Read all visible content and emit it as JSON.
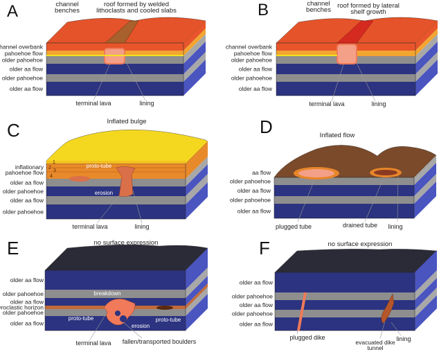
{
  "panels": [
    {
      "letter": "A",
      "top_labels": [
        [
          "channel",
          "benches"
        ],
        [
          "roof formed by welded",
          "lithoclasts and cooled slabs"
        ]
      ],
      "layers": [
        {
          "label": "channel overbank",
          "color": "#e8552b"
        },
        {
          "label": "pahoehoe flow",
          "color": "#f2a531"
        },
        {
          "label": "older pahoehoe",
          "color": "#8e8e8e"
        },
        {
          "label": "older aa flow",
          "color": "#2c3380"
        },
        {
          "label": "older pahoehoe",
          "color": "#8e8e8e"
        },
        {
          "label": "older aa flow",
          "color": "#2c3380"
        }
      ],
      "callouts": [
        "terminal lava",
        "lining"
      ]
    },
    {
      "letter": "B",
      "top_labels": [
        [
          "channel",
          "benches"
        ],
        [
          "roof formed by lateral",
          "shelf growth"
        ]
      ],
      "layers": [
        {
          "label": "channel overbank",
          "color": "#e8552b"
        },
        {
          "label": "pahoehoe flow",
          "color": "#f2a531"
        },
        {
          "label": "older pahoehoe",
          "color": "#8e8e8e"
        },
        {
          "label": "older aa flow",
          "color": "#2c3380"
        },
        {
          "label": "older pahoehoe",
          "color": "#8e8e8e"
        },
        {
          "label": "older aa flow",
          "color": "#2c3380"
        }
      ],
      "callouts": [
        "terminal lava",
        "lining"
      ]
    },
    {
      "letter": "C",
      "top_labels": [
        [
          "Inflated bulge"
        ]
      ],
      "layers": [
        {
          "label": "inflationary pahoehoe flow",
          "label_lines": [
            "inflationary",
            "pahoehoe flow"
          ],
          "color": "#e8892a"
        },
        {
          "label": "older aa flow",
          "color": "#8e8e8e"
        },
        {
          "label": "older pahoehoe",
          "color": "#2c3380"
        },
        {
          "label": "older aa flow",
          "color": "#8e8e8e"
        },
        {
          "label": "older pahoehoe",
          "color": "#2c3380"
        }
      ],
      "sublayer_numbers": [
        "1",
        "2",
        "3",
        "4"
      ],
      "inner_labels": [
        "proto-tube",
        "erosion"
      ],
      "callouts": [
        "terminal lava",
        "lining"
      ]
    },
    {
      "letter": "D",
      "top_labels": [
        [
          "Inflated flow"
        ]
      ],
      "surface_label": "aa flow",
      "layers": [
        {
          "label": "older pahoehoe",
          "color": "#8e8e8e"
        },
        {
          "label": "older aa flow",
          "color": "#2c3380"
        },
        {
          "label": "older pahoehoe",
          "color": "#8e8e8e"
        },
        {
          "label": "older aa flow",
          "color": "#2c3380"
        }
      ],
      "callouts": [
        "plugged tube",
        "drained tube",
        "lining"
      ]
    },
    {
      "letter": "E",
      "top_labels": [
        [
          "no surface expression"
        ]
      ],
      "layers": [
        {
          "label": "older aa flow",
          "color": "#2c3380"
        },
        {
          "label": "older pahoehoe",
          "color": "#8e8e8e"
        },
        {
          "label": "older aa flow",
          "color": "#2c3380"
        },
        {
          "label": "pyroclastic horizon",
          "color": "#c26b3a"
        },
        {
          "label": "older pahoehoe",
          "color": "#8e8e8e"
        },
        {
          "label": "older aa flow",
          "color": "#2c3380"
        }
      ],
      "inner_labels": [
        "breakdown",
        "proto-tube",
        "proto-tube",
        "erosion"
      ],
      "callouts": [
        "terminal lava",
        "fallen/transported boulders"
      ]
    },
    {
      "letter": "F",
      "top_labels": [
        [
          "no surface expression"
        ]
      ],
      "layers": [
        {
          "label": "older aa flow",
          "color": "#2c3380"
        },
        {
          "label": "older pahoehoe",
          "color": "#8e8e8e"
        },
        {
          "label": "older aa flow",
          "color": "#2c3380"
        },
        {
          "label": "older pahoehoe",
          "color": "#8e8e8e"
        },
        {
          "label": "older aa flow",
          "color": "#2c3380"
        }
      ],
      "callouts": [
        "plugged dike",
        [
          "evacuated dike",
          "tunnel"
        ],
        "lining"
      ]
    }
  ],
  "colors": {
    "lava": "#f07a5a",
    "tube_fill": "#f4a088",
    "aa_side": "#4a55c0",
    "pahoehoe_side": "#a8a8a8",
    "gravel": "#2b2b38",
    "brown_flow": "#7a4a2a",
    "yellow_bulge": "#f4d820",
    "leader": "#999999"
  }
}
